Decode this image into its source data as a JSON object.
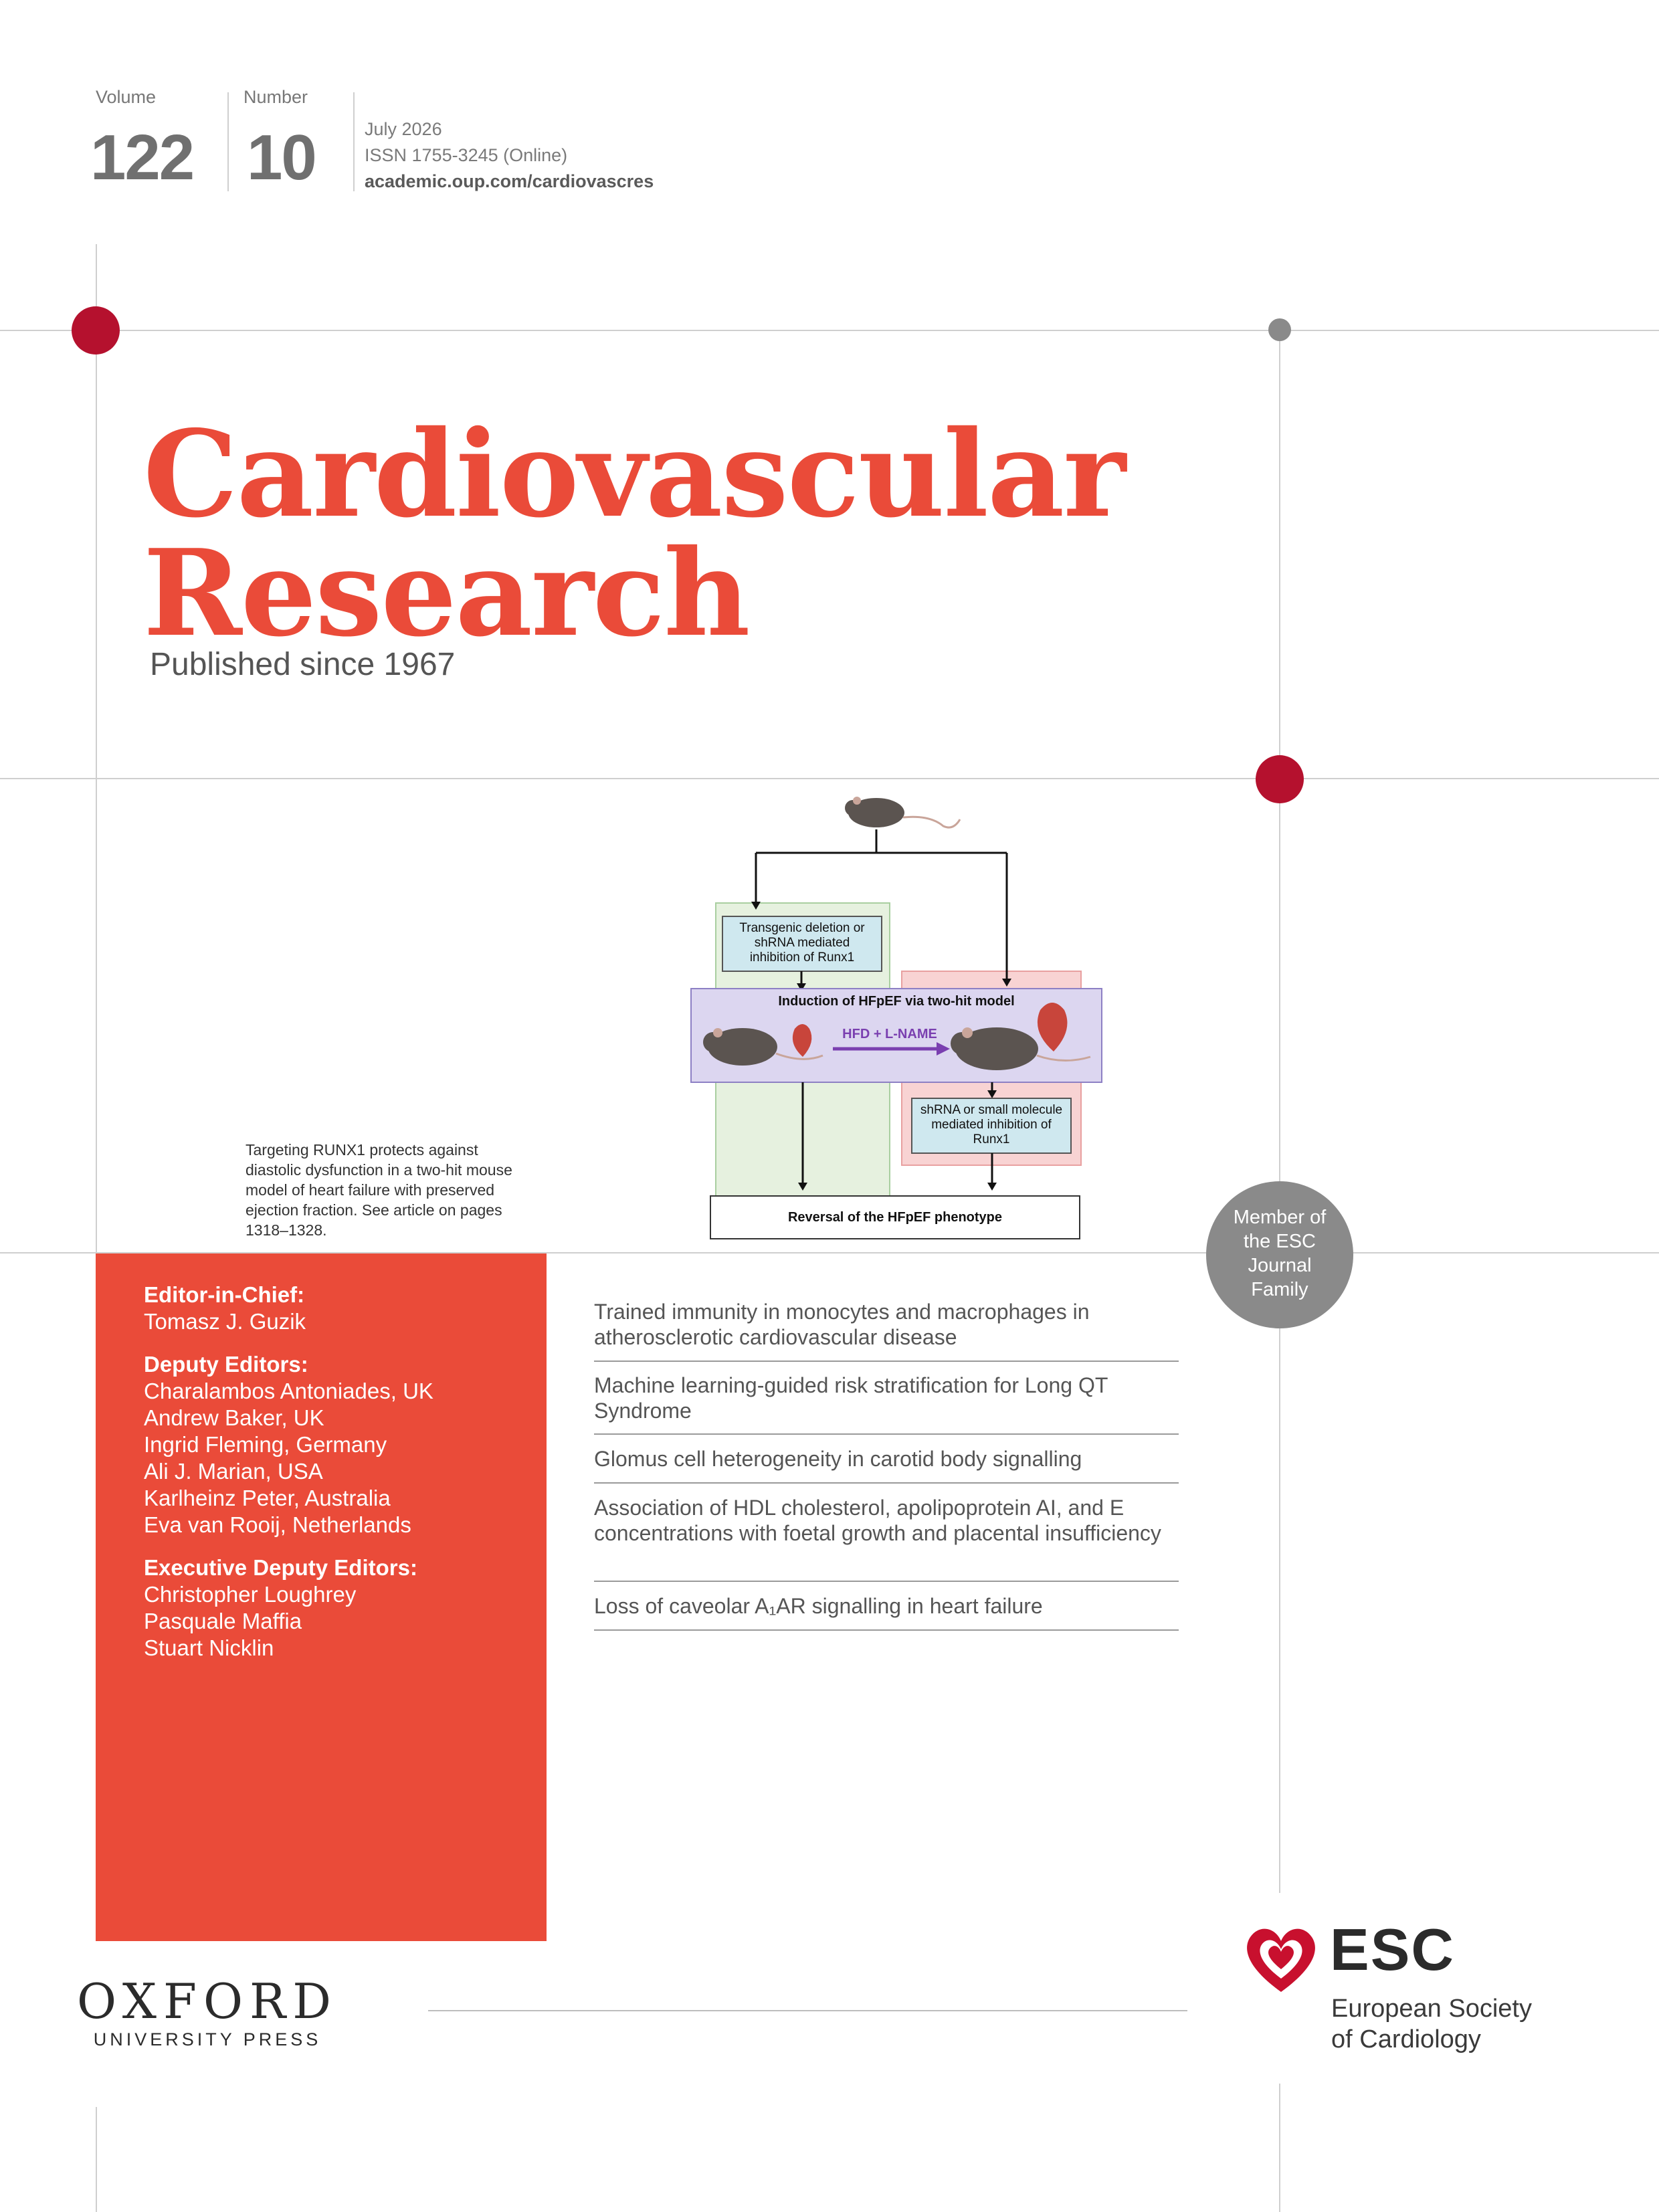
{
  "issue": {
    "volume_label": "Volume",
    "volume": "122",
    "number_label": "Number",
    "number": "10",
    "date": "July 2026",
    "issn": "ISSN 1755-3245 (Online)",
    "url": "academic.oup.com/cardiovascres"
  },
  "journal": {
    "title_line1": "Cardiovascular",
    "title_line2": "Research",
    "subtitle": "Published since 1967"
  },
  "figure": {
    "box_left": "Transgenic deletion or shRNA mediated inhibition of Runx1",
    "box_center_title": "Induction of HFpEF via two-hit model",
    "arrow_label": "HFD + L-NAME",
    "box_right": "shRNA or small molecule mediated inhibition of Runx1",
    "box_bottom": "Reversal of the HFpEF phenotype"
  },
  "caption": "Targeting RUNX1 protects against diastolic dysfunction in a two-hit mouse model of heart failure with preserved ejection fraction. See article on pages 1318–1328.",
  "editors": {
    "chief_label": "Editor-in-Chief:",
    "chief": [
      "Tomasz J. Guzik"
    ],
    "deputy_label": "Deputy Editors:",
    "deputy": [
      "Charalambos Antoniades, UK",
      "Andrew Baker, UK",
      "Ingrid Fleming, Germany",
      "Ali J. Marian, USA",
      "Karlheinz Peter, Australia",
      "Eva van Rooij, Netherlands"
    ],
    "exec_label": "Executive Deputy Editors:",
    "exec": [
      "Christopher Loughrey",
      "Pasquale Maffia",
      "Stuart Nicklin"
    ]
  },
  "articles": [
    "Trained immunity in monocytes and macrophages in atherosclerotic cardiovascular disease",
    "Machine learning-guided risk stratification for Long QT Syndrome",
    "Glomus cell heterogeneity in carotid body signalling",
    "Association of HDL cholesterol, apolipoprotein AI, and E concentrations with foetal growth and placental insufficiency",
    "Loss of caveolar A₁AR signalling in heart failure"
  ],
  "esc_badge": "Member of the ESC Journal Family",
  "publisher": {
    "name": "OXFORD",
    "sub": "UNIVERSITY PRESS"
  },
  "society": {
    "abbr": "ESC",
    "line1": "European Society",
    "line2": "of Cardiology"
  },
  "colors": {
    "accent": "#ea4b39",
    "dot": "#b5112e",
    "grey_dot": "#8a8a8a"
  }
}
